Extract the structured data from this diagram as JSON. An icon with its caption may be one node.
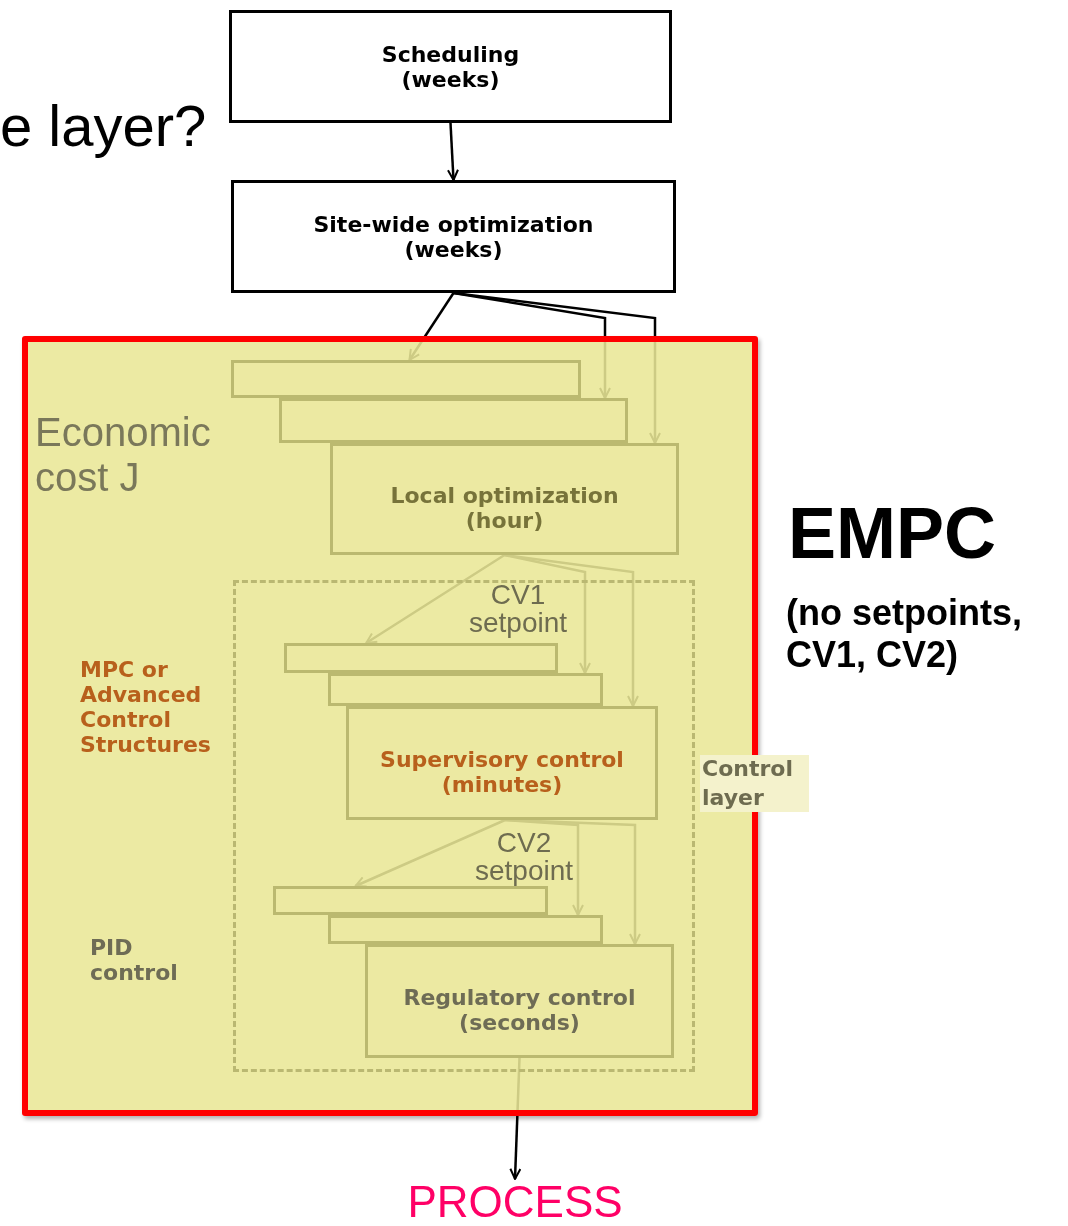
{
  "diagram": {
    "nodes": [
      {
        "text": [
          "Scheduling (weeks)"
        ]
      },
      {
        "text": [
          "Site-wide optimization (weeks)"
        ]
      },
      {
        "text": [],
        "shape": "box",
        "beside": [
          "EMPC",
          "(no setpoints, CV1, CV2)"
        ]
      },
      {
        "text": [],
        "shape": "box",
        "in": 2
      },
      {
        "text": [],
        "shape": "box",
        "in": 2
      },
      {
        "text": [
          "Local optimization (hour)"
        ],
        "in": 2
      },
      {
        "text": [
          "Control layer"
        ],
        "in": 2
      },
      {
        "text": [],
        "shape": "box",
        "in": 6
      },
      {
        "text": [],
        "shape": "box",
        "in": 6
      },
      {
        "text": [
          "Supervisory control (minutes)"
        ],
        "in": 6
      },
      {
        "text": [],
        "shape": "box",
        "in": 6
      },
      {
        "text": [],
        "shape": "box",
        "in": 6
      },
      {
        "text": [
          "Regulatory control (seconds)"
        ],
        "in": 6
      },
      {
        "text": [
          "PROCESS"
        ]
      }
    ],
    "edges": [
      {
        "from": 0,
        "to": 1,
        "arrow": "to"
      },
      {
        "from": 1,
        "to": 3,
        "arrow": "to"
      },
      {
        "from": 1,
        "to": 4,
        "arrow": "to"
      },
      {
        "from": 1,
        "to": 5,
        "arrow": "to"
      },
      {
        "from": 5,
        "to": 7,
        "arrow": "to"
      },
      {
        "from": 5,
        "to": 8,
        "arrow": "to"
      },
      {
        "from": 5,
        "to": 9,
        "arrow": "to"
      },
      {
        "from": 9,
        "to": 10,
        "arrow": "to"
      },
      {
        "from": 9,
        "to": 11,
        "arrow": "to"
      },
      {
        "from": 9,
        "to": 12,
        "arrow": "to"
      },
      {
        "from": 12,
        "to": 13,
        "arrow": "to"
      }
    ],
    "labels": [
      "e layer?",
      "Economic cost J",
      "MPC or Advanced Control Structures",
      "CV1 setpoint",
      "PID control",
      "CV2 setpoint"
    ]
  }
}
